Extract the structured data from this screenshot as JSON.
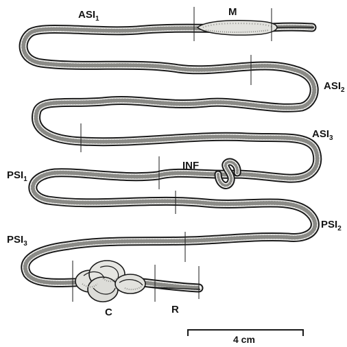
{
  "labels": [
    {
      "name": "ASI",
      "sub": "1"
    },
    {
      "name": "M",
      "sub": ""
    },
    {
      "name": "ASI",
      "sub": "2"
    },
    {
      "name": "ASI",
      "sub": "3"
    },
    {
      "name": "PSI",
      "sub": "1"
    },
    {
      "name": "INF",
      "sub": ""
    },
    {
      "name": "PSI",
      "sub": "2"
    },
    {
      "name": "PSI",
      "sub": "3"
    },
    {
      "name": "C",
      "sub": ""
    },
    {
      "name": "R",
      "sub": ""
    }
  ],
  "scale_bar": {
    "label": "4 cm"
  }
}
